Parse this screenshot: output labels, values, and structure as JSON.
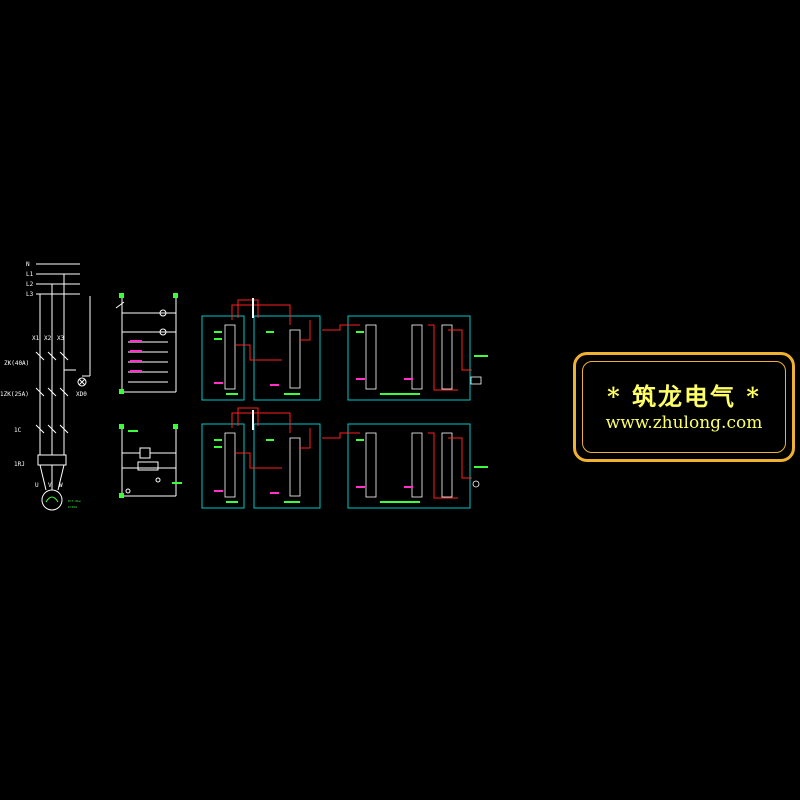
{
  "schematic": {
    "bus_labels": [
      "N",
      "L1",
      "L2",
      "L3"
    ],
    "terminal_labels": [
      "X1",
      "X2",
      "X3"
    ],
    "breaker_main": "ZK(40A)",
    "breaker_aux": "1ZK(25A)",
    "contactor": "1C",
    "relay": "1RJ",
    "motor_terminals": [
      "U",
      "V",
      "W"
    ],
    "lamp_label": "XD0",
    "motor_spec": [
      "P=7.5kw",
      "I=15A"
    ]
  },
  "watermark": {
    "title": "* 筑龙电气 *",
    "url": "www.zhulong.com"
  },
  "colors": {
    "background": "#000000",
    "wire_white": "#ffffff",
    "wire_red": "#ff2020",
    "frame_cyan": "#00c8c8",
    "label_green": "#3cff3c",
    "label_magenta": "#ff33cc",
    "watermark_border": "#f0b030",
    "watermark_text": "#ffff66"
  }
}
